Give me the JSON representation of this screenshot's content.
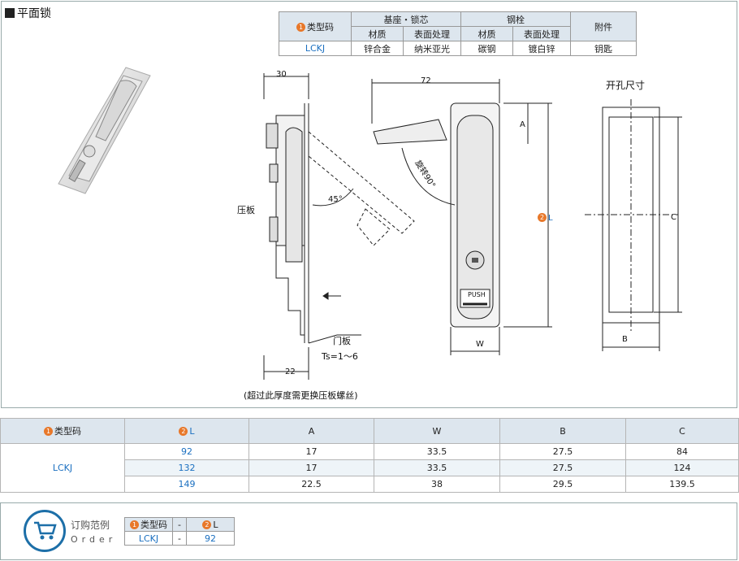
{
  "title": "平面锁",
  "spec_table": {
    "type_code_header": "类型码",
    "group1": "基座・锁芯",
    "group2": "钢栓",
    "accessory": "附件",
    "sub_material": "材质",
    "sub_surface": "表面处理",
    "row": {
      "code": "LCKJ",
      "base_material": "锌合金",
      "base_surface": "纳米亚光",
      "bolt_material": "碳钢",
      "bolt_surface": "镀白锌",
      "accessory_value": "钥匙"
    }
  },
  "badges": {
    "one": "1",
    "two": "2"
  },
  "drawing_labels": {
    "dim_30": "30",
    "dim_72": "72",
    "dim_22": "22",
    "dim_A": "A",
    "dim_W": "W",
    "dim_B": "B",
    "dim_C": "C",
    "dim_L": "L",
    "angle_45": "45°",
    "rotate": "旋转90°",
    "press_plate": "压板",
    "door_plate": "门板",
    "ts": "Ts=1～6",
    "note": "(超过此厚度需更换压板螺丝)",
    "cutout": "开孔尺寸",
    "push": "PUSH"
  },
  "dims_table": {
    "headers": [
      "类型码",
      "L",
      "A",
      "W",
      "B",
      "C"
    ],
    "code": "LCKJ",
    "rows": [
      [
        "92",
        "17",
        "33.5",
        "27.5",
        "84"
      ],
      [
        "132",
        "17",
        "33.5",
        "27.5",
        "124"
      ],
      [
        "149",
        "22.5",
        "38",
        "29.5",
        "139.5"
      ]
    ]
  },
  "order": {
    "label_cn": "订购范例",
    "label_en": "Order",
    "headers": [
      "类型码",
      "-",
      "L"
    ],
    "values": [
      "LCKJ",
      "-",
      "92"
    ]
  },
  "colors": {
    "accent_blue": "#1a6fc0",
    "badge_orange": "#e8782a",
    "header_bg": "#dde6ee"
  }
}
